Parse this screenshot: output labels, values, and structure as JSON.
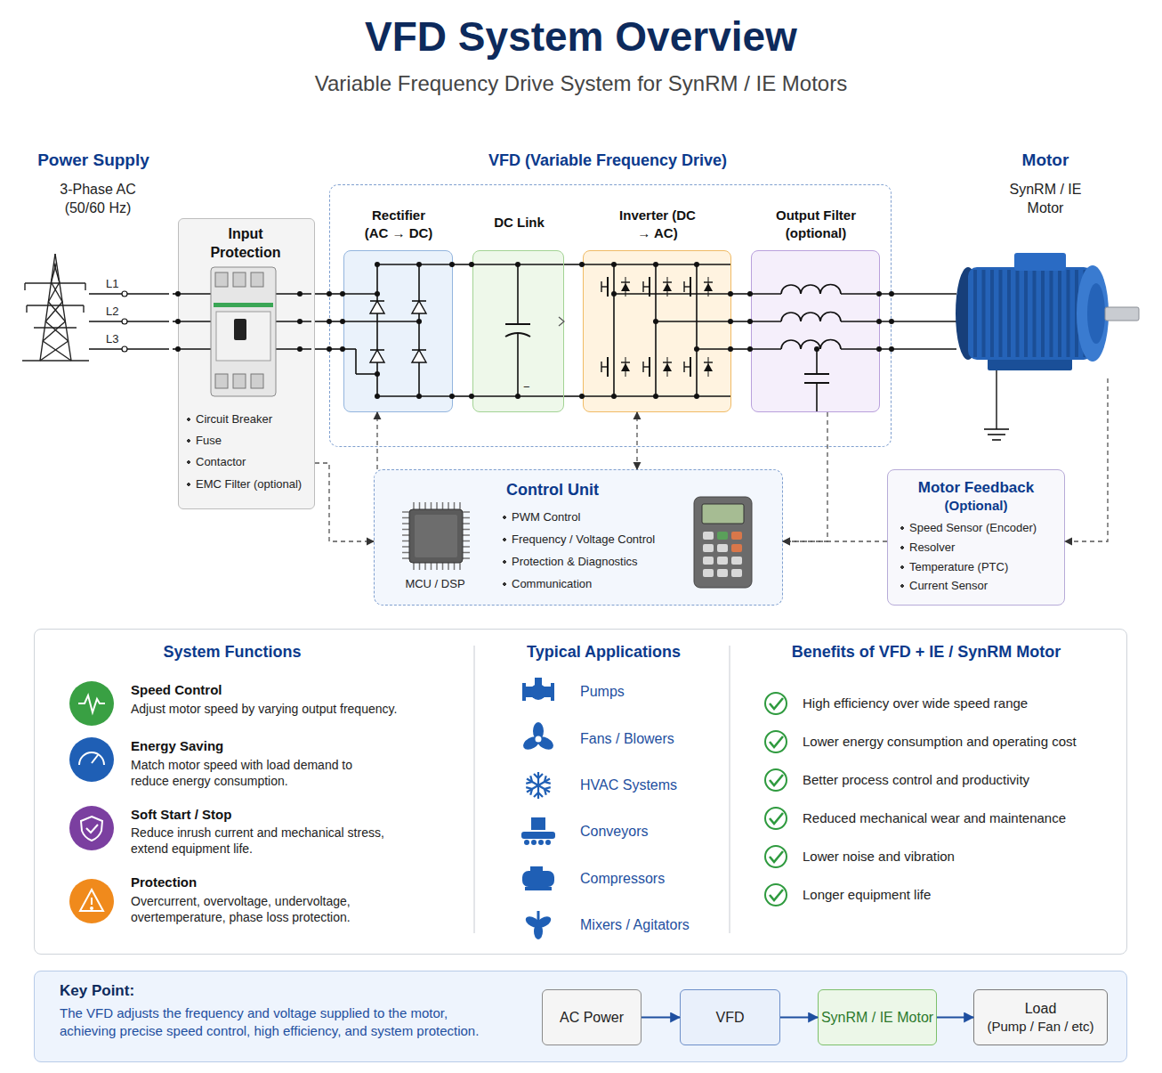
{
  "diagram": {
    "title": "VFD System Overview",
    "nodes": [
      {
        "text": [
          "Power Supply",
          "3-Phase AC (50/60 Hz)"
        ]
      },
      {
        "text": [
          "Input Protection",
          "Circuit Breaker",
          "Fuse",
          "Contactor",
          "EMC Filter (optional)"
        ]
      },
      {
        "text": [
          "VFD (Variable Frequency Drive)"
        ]
      },
      {
        "text": [
          "Rectifier (AC → DC)"
        ],
        "in": 2
      },
      {
        "text": [
          "DC Link"
        ],
        "in": 2
      },
      {
        "text": [
          "Inverter (DC → AC)"
        ],
        "in": 2
      },
      {
        "text": [
          "Output Filter (optional)"
        ],
        "in": 2
      },
      {
        "text": [
          "Motor",
          "SynRM / IE Motor"
        ]
      },
      {
        "text": [
          "Control Unit",
          "PWM Control",
          "Frequency / Voltage Control",
          "Protection & Diagnostics",
          "Communication",
          "MCU / DSP"
        ]
      },
      {
        "text": [
          "Motor Feedback",
          "(Optional)",
          "Speed Sensor (Encoder)",
          "Resolver",
          "Temperature (PTC)",
          "Current Sensor"
        ]
      },
      {
        "text": [
          "System Functions",
          "Typical Applications",
          "Benefits of VFD + IE / SynRM Motor"
        ]
      },
      {
        "text": [
          "Key Point:",
          "The VFD adjusts the frequency and voltage supplied to the motor, achieving precise speed control, high efficiency, and system protection."
        ]
      },
      {
        "text": [
          "AC Power"
        ],
        "in": 11
      },
      {
        "text": [
          "VFD"
        ],
        "in": 11
      },
      {
        "text": [
          "SynRM / IE Motor"
        ],
        "in": 11
      },
      {
        "text": [
          "Load",
          "(Pump / Fan / etc)"
        ],
        "in": 11
      }
    ],
    "edges": [
      {
        "from": 0,
        "to": 1,
        "label": "L1",
        "arrow": "none"
      },
      {
        "from": 0,
        "to": 1,
        "label": "L2",
        "arrow": "none"
      },
      {
        "from": 0,
        "to": 1,
        "label": "L3",
        "arrow": "none"
      },
      {
        "from": 1,
        "to": 3,
        "arrow": "none"
      },
      {
        "from": 1,
        "to": 3,
        "arrow": "none"
      },
      {
        "from": 1,
        "to": 3,
        "arrow": "none"
      },
      {
        "from": 3,
        "to": 4,
        "arrow": "none"
      },
      {
        "from": 3,
        "to": 4,
        "arrow": "none"
      },
      {
        "from": 4,
        "to": 5,
        "arrow": "none"
      },
      {
        "from": 4,
        "to": 5,
        "arrow": "none"
      },
      {
        "from": 5,
        "to": 6,
        "arrow": "none"
      },
      {
        "from": 5,
        "to": 6,
        "arrow": "none"
      },
      {
        "from": 5,
        "to": 6,
        "arrow": "none"
      },
      {
        "from": 6,
        "to": 7,
        "arrow": "none"
      },
      {
        "from": 6,
        "to": 7,
        "arrow": "none"
      },
      {
        "from": 6,
        "to": 7,
        "arrow": "none"
      },
      {
        "from": 1,
        "to": 8,
        "arrow": "to"
      },
      {
        "from": 8,
        "to": 3,
        "arrow": "to"
      },
      {
        "from": 8,
        "to": 5,
        "arrow": "both"
      },
      {
        "from": 6,
        "to": 8,
        "arrow": "to"
      },
      {
        "from": 9,
        "to": 8,
        "arrow": "to"
      },
      {
        "from": 7,
        "to": 9,
        "arrow": "to"
      },
      {
        "from": 12,
        "to": 13,
        "arrow": "to"
      },
      {
        "from": 13,
        "to": 14,
        "arrow": "to"
      },
      {
        "from": 14,
        "to": 15,
        "arrow": "to"
      }
    ],
    "labels": [
      "Variable Frequency Drive System for SynRM / IE Motors",
      "−",
      "Speed Control",
      "Adjust motor speed by varying output frequency.",
      "Energy Saving",
      "Match motor speed with load demand to reduce energy consumption.",
      "Soft Start / Stop",
      "Reduce inrush current and mechanical stress, extend equipment life.",
      "Protection",
      "Overcurrent, overvoltage, undervoltage, overtemperature, phase loss protection.",
      "Pumps",
      "Fans / Blowers",
      "HVAC Systems",
      "Conveyors",
      "Compressors",
      "Mixers / Agitators",
      "High efficiency over wide speed range",
      "Lower energy consumption and operating cost",
      "Better process control and productivity",
      "Reduced mechanical wear and maintenance",
      "Lower noise and vibration",
      "Longer equipment life"
    ]
  }
}
